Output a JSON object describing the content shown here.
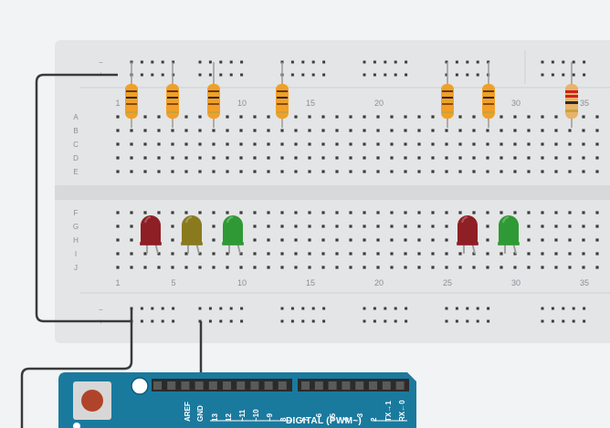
{
  "breadboard": {
    "column_numbers": [
      "1",
      "5",
      "10",
      "15",
      "20",
      "25",
      "30",
      "35"
    ],
    "row_letters_top": [
      "A",
      "B",
      "C",
      "D",
      "E"
    ],
    "row_letters_bottom": [
      "F",
      "G",
      "H",
      "I",
      "J"
    ],
    "rail_minus": "−",
    "rail_plus": "+"
  },
  "components": {
    "resistor_count": 7,
    "leds": [
      {
        "color": "red",
        "hex": "#8e1f24"
      },
      {
        "color": "yellow",
        "hex": "#8a7a1e"
      },
      {
        "color": "green",
        "hex": "#2f9a35"
      },
      {
        "color": "red",
        "hex": "#8e1f24"
      },
      {
        "color": "green",
        "hex": "#2f9a35"
      }
    ]
  },
  "arduino": {
    "header_pins_left": [
      "AREF",
      "GND",
      "13",
      "12",
      "~11",
      "~10",
      "~9",
      "8"
    ],
    "header_pins_right": [
      "7",
      "~6",
      "~5",
      "4",
      "~3",
      "2",
      "TX→1",
      "RX←0"
    ],
    "digital_label": "DIGITAL (PWM~)"
  },
  "colors": {
    "board": "#e4e5e6",
    "arduino": "#1a7a9e",
    "wire": "#3a3a3a",
    "resistor_body": "#f0a028"
  }
}
